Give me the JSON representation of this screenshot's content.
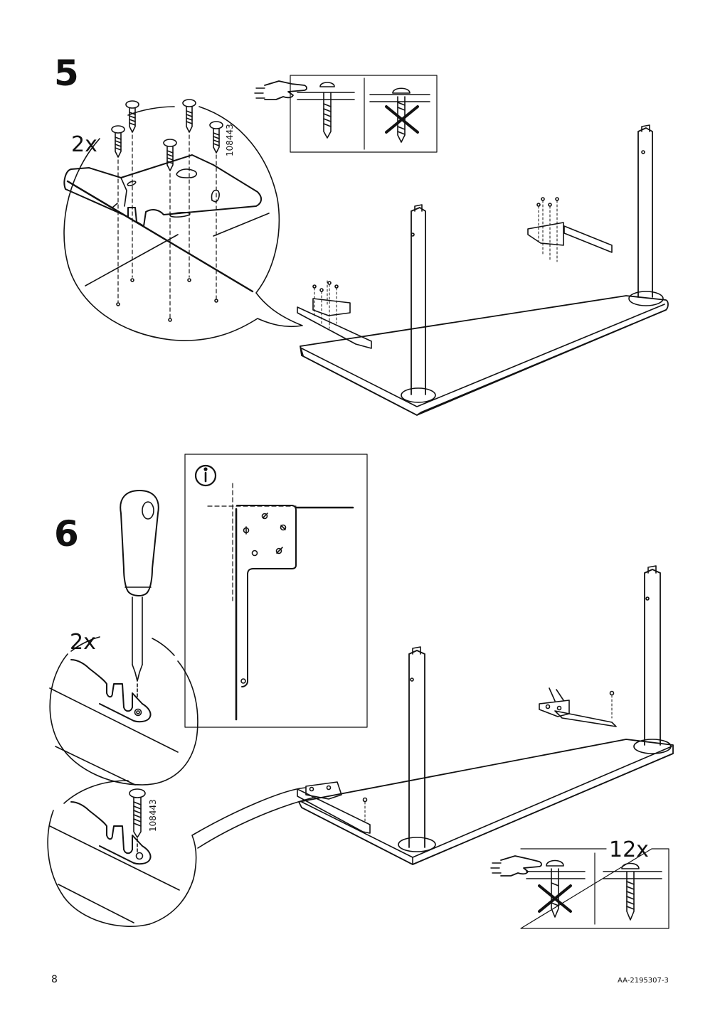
{
  "step5": {
    "number": "5",
    "quantity": "2x",
    "part_number": "108443"
  },
  "step6": {
    "number": "6",
    "quantity_tool": "2x",
    "part_number": "108443",
    "quantity_screws": "12x"
  },
  "footer": {
    "page_number": "8",
    "doc_id": "AA-2195307-3"
  },
  "icons": [
    "hand-press-icon",
    "screw-icon",
    "wrong-x-icon",
    "info-icon",
    "screwdriver-icon"
  ]
}
